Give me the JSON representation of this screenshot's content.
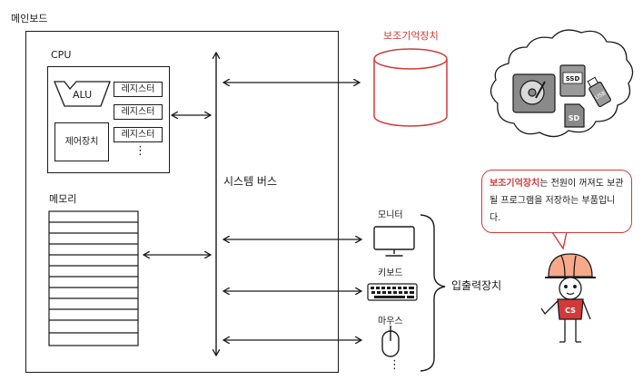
{
  "mainboard": {
    "label": "메인보드"
  },
  "cpu": {
    "label": "CPU",
    "alu": "ALU",
    "control_unit": "제어장치",
    "registers": [
      "레지스터",
      "레지스터",
      "레지스터"
    ],
    "ellipsis": "⋮"
  },
  "memory": {
    "label": "메모리"
  },
  "system_bus": {
    "label": "시스템 버스"
  },
  "secondary_storage": {
    "label": "보조기억장치",
    "cloud_devices": [
      "SSD",
      "USB",
      "SD"
    ]
  },
  "io": {
    "group_label": "입출력장치",
    "devices": [
      {
        "label": "모니터"
      },
      {
        "label": "키보드"
      },
      {
        "label": "마우스"
      }
    ],
    "ellipsis": "⋮"
  },
  "speech_bubble": {
    "highlight": "보조기억장치",
    "text": "는 전원이 꺼져도 보관될 프로그램을 저장하는 부품입니다."
  },
  "character": {
    "shirt_label": "CS"
  },
  "colors": {
    "accent": "#d23a3a",
    "ink": "#1a1a1a",
    "helmet": "#f7a98a"
  }
}
